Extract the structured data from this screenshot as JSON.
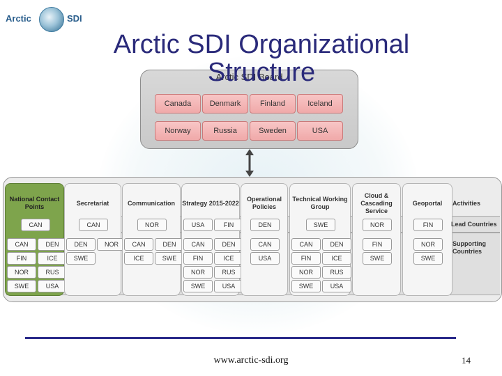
{
  "logo": {
    "left_text": "Arctic",
    "right_text": "SDI"
  },
  "title": {
    "line1": "Arctic SDI Organizational",
    "line2": "Structure"
  },
  "board": {
    "label": "Arctic SDI Board",
    "members": [
      "Canada",
      "Denmark",
      "Finland",
      "Iceland",
      "Norway",
      "Russia",
      "Sweden",
      "USA"
    ]
  },
  "structure": {
    "columns": [
      {
        "name": "National Contact Points",
        "lead": [
          "CAN"
        ],
        "support": [
          "CAN",
          "DEN",
          "FIN",
          "ICE",
          "NOR",
          "RUS",
          "SWE",
          "USA"
        ]
      },
      {
        "name": "Secretariat",
        "lead": [
          "CAN"
        ],
        "support": [
          "DEN",
          "NOR",
          "SWE"
        ]
      },
      {
        "name": "Communication",
        "lead": [
          "NOR"
        ],
        "support": [
          "CAN",
          "DEN",
          "ICE",
          "SWE"
        ]
      },
      {
        "name": "Strategy 2015-2022",
        "lead": [
          "USA",
          "FIN"
        ],
        "support": [
          "CAN",
          "DEN",
          "FIN",
          "ICE",
          "NOR",
          "RUS",
          "SWE",
          "USA"
        ]
      },
      {
        "name": "Operational Policies",
        "lead": [
          "DEN"
        ],
        "support": [
          "CAN",
          "USA"
        ]
      },
      {
        "name": "Technical Working Group",
        "lead": [
          "SWE"
        ],
        "support": [
          "CAN",
          "DEN",
          "FIN",
          "ICE",
          "NOR",
          "RUS",
          "SWE",
          "USA"
        ]
      },
      {
        "name": "Cloud & Cascading Service",
        "lead": [
          "NOR"
        ],
        "support": [
          "FIN",
          "SWE"
        ]
      },
      {
        "name": "Geoportal",
        "lead": [
          "FIN"
        ],
        "support": [
          "NOR",
          "SWE"
        ]
      }
    ],
    "row_labels": {
      "activities": "Activities",
      "lead": "Lead Countries",
      "support": "Supporting Countries"
    }
  },
  "footer": {
    "url": "www.arctic-sdi.org",
    "page": "14"
  }
}
